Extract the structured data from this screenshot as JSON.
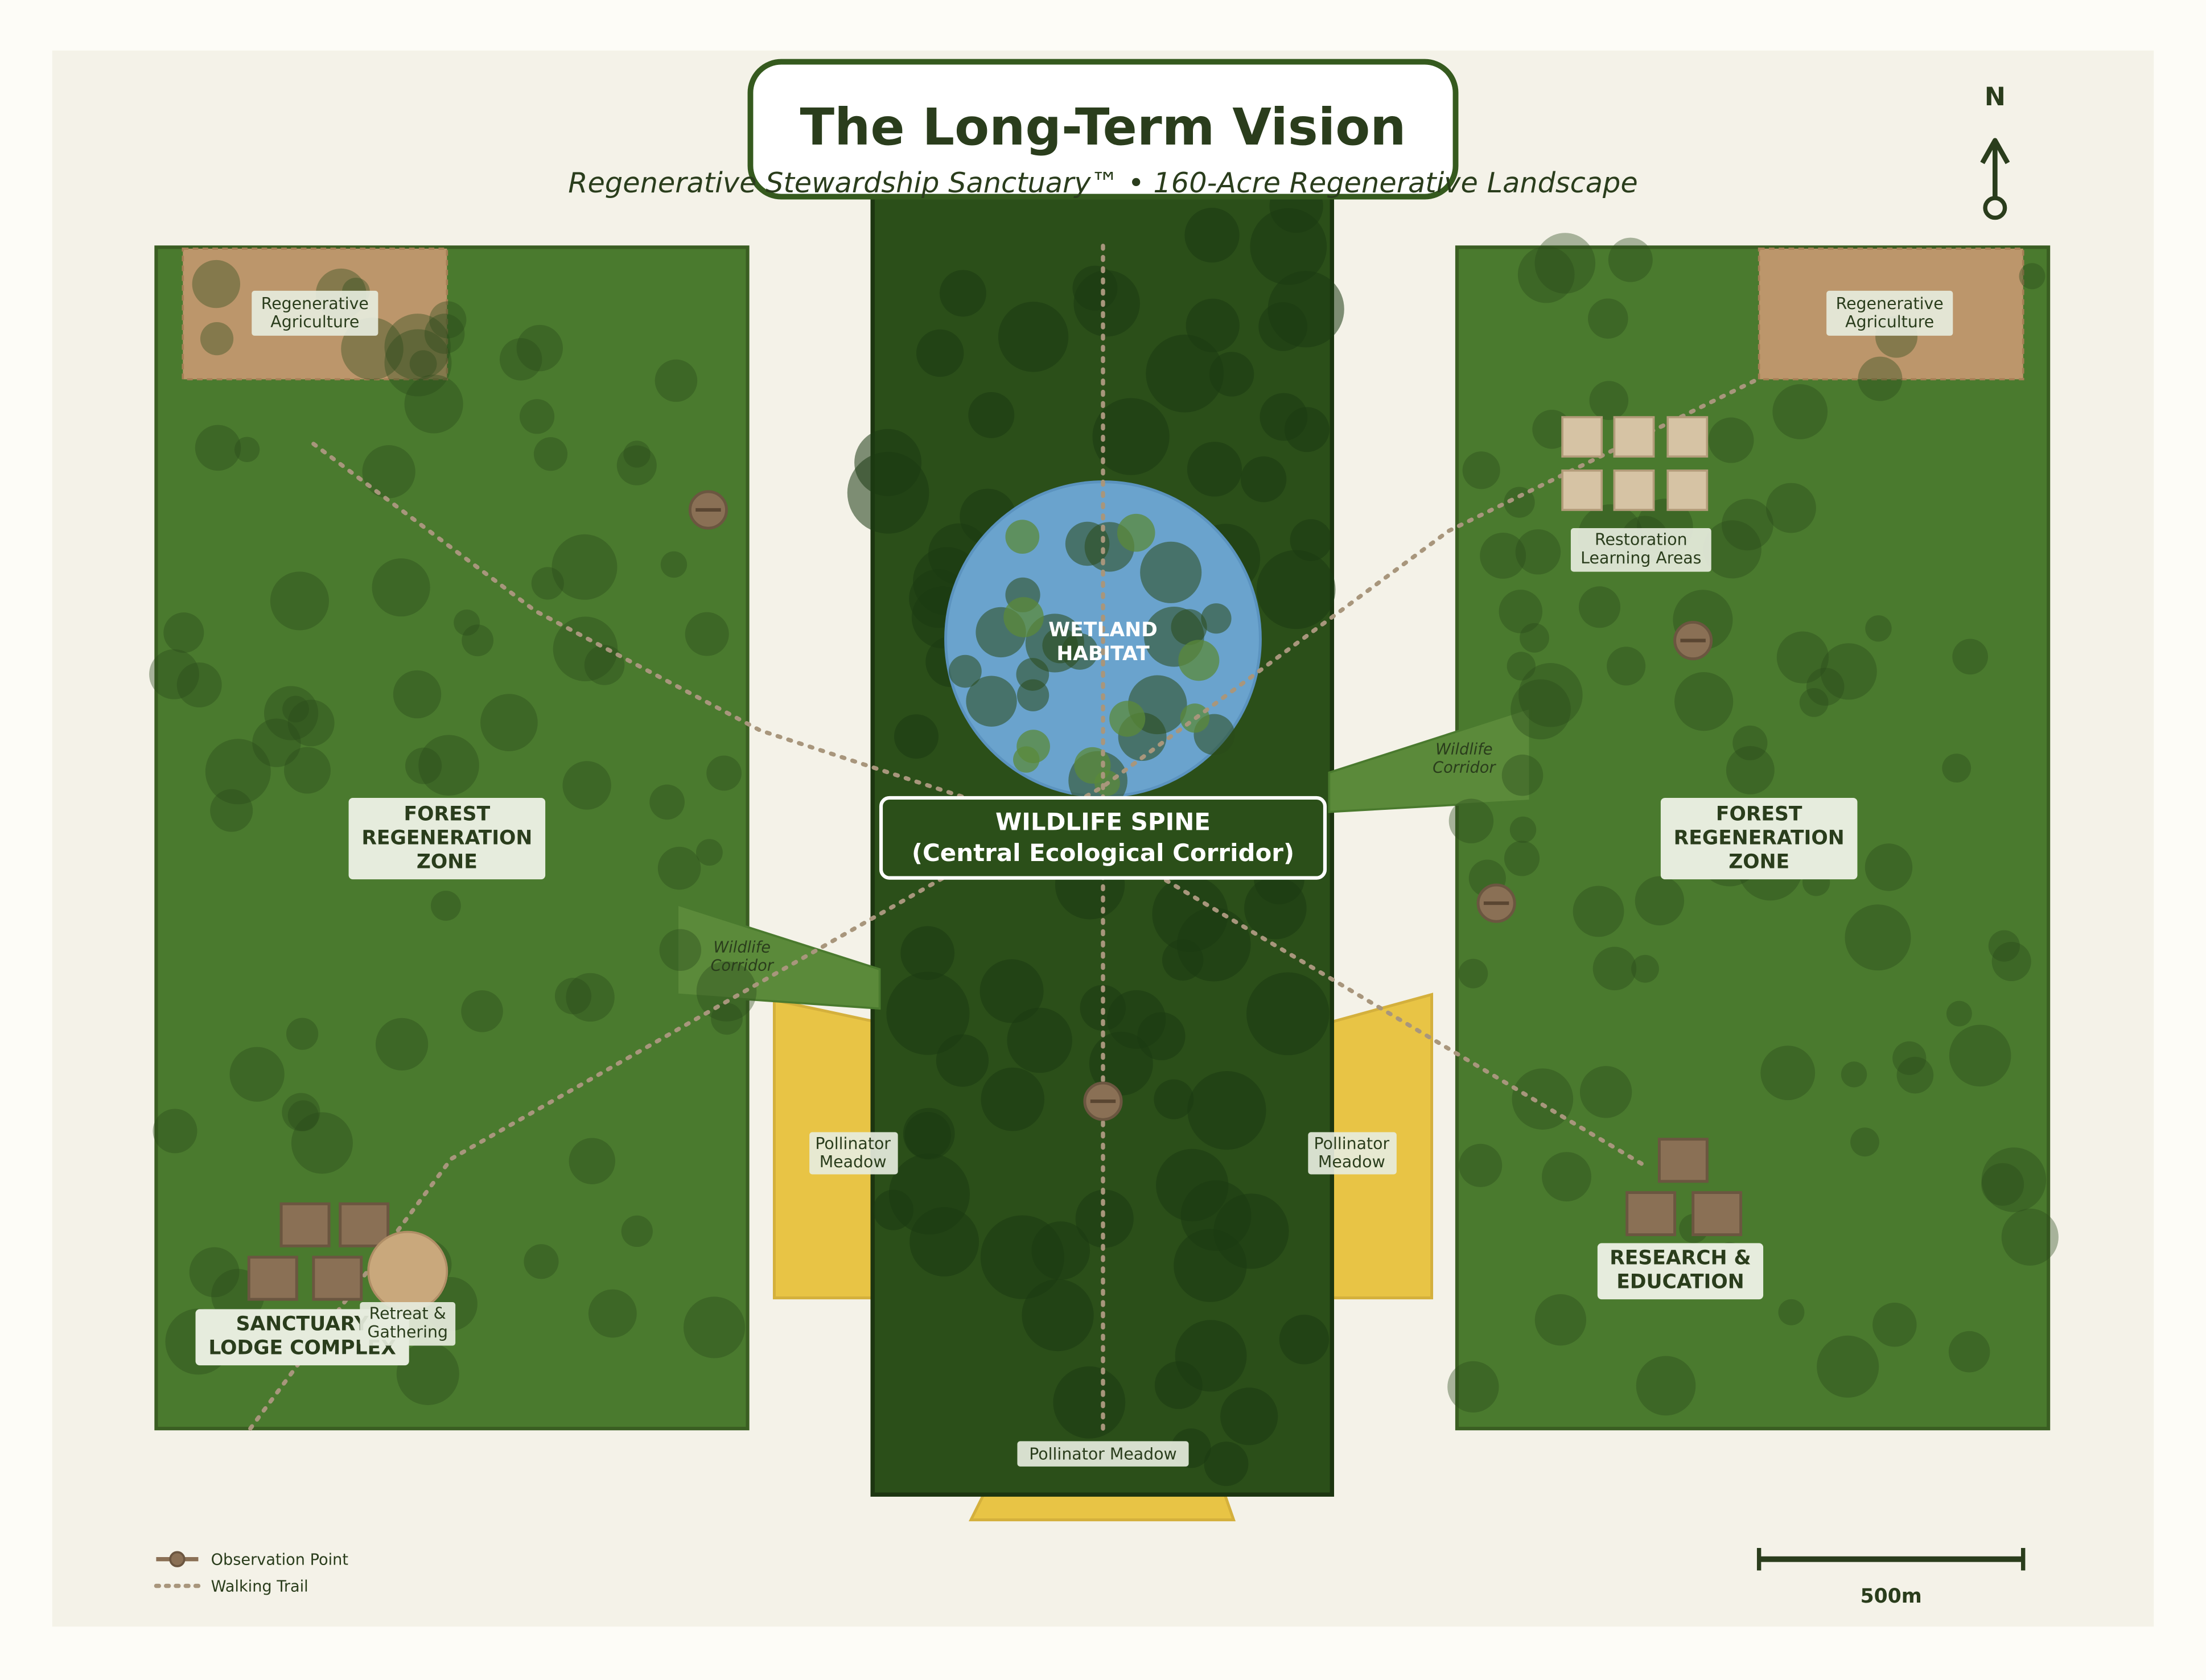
{
  "header": {
    "title": "The Long-Term Vision",
    "subtitle": "Regenerative Stewardship Sanctuary™  •  160-Acre Regenerative Landscape"
  },
  "compass": {
    "label": "N"
  },
  "zones": {
    "ag_left": [
      "Regenerative",
      "Agriculture"
    ],
    "ag_right": [
      "Regenerative",
      "Agriculture"
    ],
    "forest_left": [
      "FOREST",
      "REGENERATION",
      "ZONE"
    ],
    "forest_right": [
      "FOREST",
      "REGENERATION",
      "ZONE"
    ],
    "wetland": [
      "WETLAND",
      "HABITAT"
    ],
    "spine": [
      "WILDLIFE SPINE",
      "(Central Ecological Corridor)"
    ],
    "restoration": [
      "Restoration",
      "Learning Areas"
    ],
    "lodge": [
      "SANCTUARY",
      "LODGE COMPLEX"
    ],
    "retreat": [
      "Retreat &",
      "Gathering"
    ],
    "research": [
      "RESEARCH &",
      "EDUCATION"
    ],
    "meadow_left": [
      "Pollinator",
      "Meadow"
    ],
    "meadow_right": [
      "Pollinator",
      "Meadow"
    ],
    "meadow_bottom": "Pollinator Meadow",
    "corridor_left": [
      "Wildlife",
      "Corridor"
    ],
    "corridor_right": [
      "Wildlife",
      "Corridor"
    ]
  },
  "legend": {
    "observation": "Observation Point",
    "trail": "Walking Trail"
  },
  "scale": {
    "label": "500m"
  },
  "colors": {
    "page": "#fdfcf7",
    "land": "#f4f2e8",
    "forest": "#4a7a2e",
    "spine": "#2b4f19",
    "canopy": "#2a4a1a",
    "agriculture": "#bc966b",
    "meadow": "#e8c445",
    "wetland": "#6aa3cd",
    "dark": "#2a3d1c",
    "building": "#8a7055",
    "trail": "#a8967c"
  }
}
